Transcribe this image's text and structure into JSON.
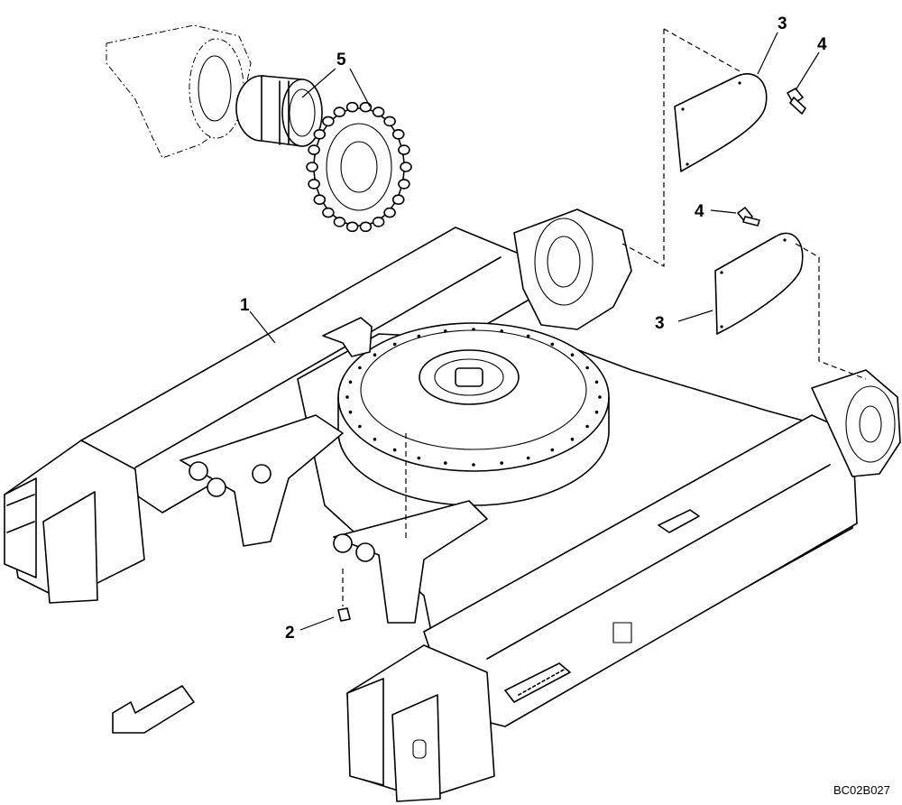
{
  "callouts": [
    {
      "id": "1",
      "label": "1"
    },
    {
      "id": "2",
      "label": "2"
    },
    {
      "id": "3a",
      "label": "3"
    },
    {
      "id": "3b",
      "label": "3"
    },
    {
      "id": "4a",
      "label": "4"
    },
    {
      "id": "4b",
      "label": "4"
    },
    {
      "id": "5",
      "label": "5"
    }
  ],
  "drawing_code": "BC02B027"
}
